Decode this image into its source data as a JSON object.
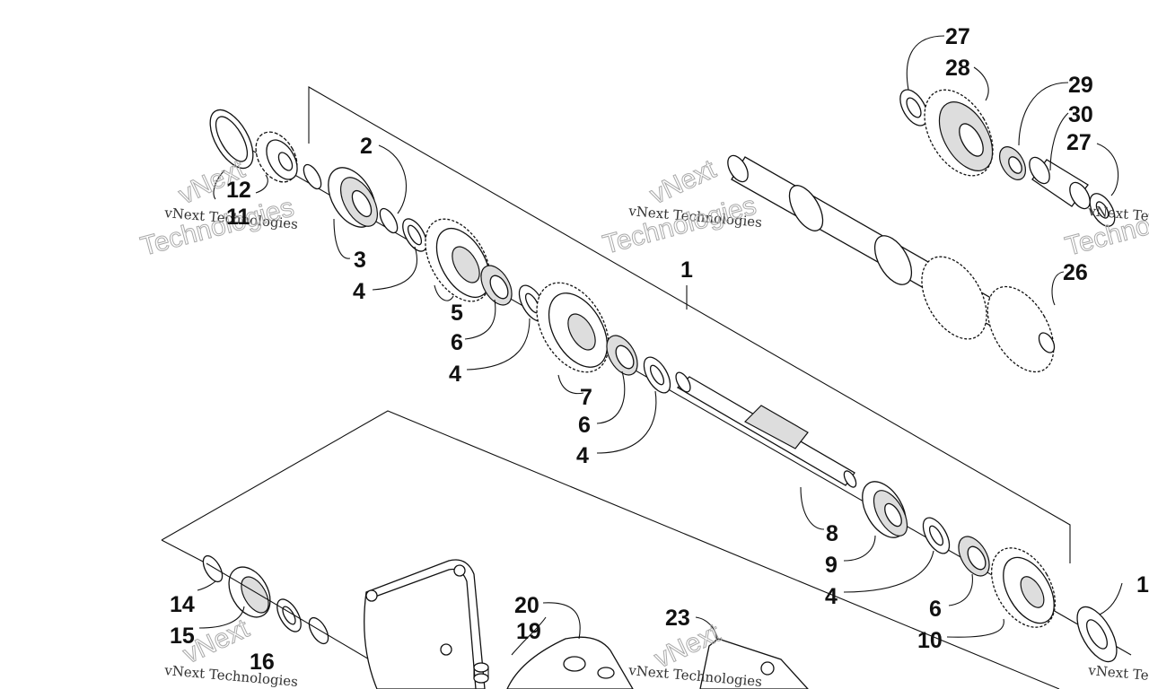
{
  "watermark": {
    "line1": "vNext Technologies",
    "brand_a": "vNext",
    "brand_b": "Technologies"
  },
  "callouts": {
    "c1": "1",
    "c2": "2",
    "c3": "3",
    "c4a": "4",
    "c4b": "4",
    "c4c": "4",
    "c4d": "4",
    "c5": "5",
    "c6a": "6",
    "c6b": "6",
    "c6c": "6",
    "c7": "7",
    "c8": "8",
    "c9": "9",
    "c10": "10",
    "c11": "11",
    "c12": "12",
    "c14": "14",
    "c15": "15",
    "c16": "16",
    "c19": "19",
    "c20": "20",
    "c23": "23",
    "c26": "26",
    "c27a": "27",
    "c27b": "27",
    "c28": "28",
    "c29": "29",
    "c30": "30",
    "c1r": "1"
  }
}
